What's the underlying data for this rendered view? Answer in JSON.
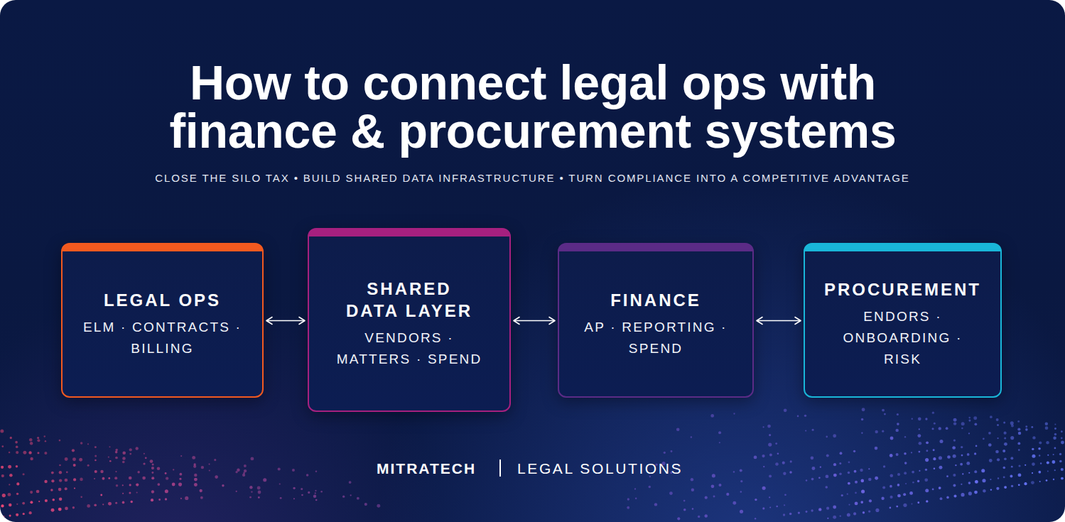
{
  "diagram": {
    "title": "How to connect legal ops with finance & procurement systems",
    "nodes": [
      {
        "text": [
          "LEGAL OPS",
          "ELM · CONTRACTS · BILLING"
        ]
      },
      {
        "text": [
          "SHARED DATA LAYER",
          "VENDORS · MATTERS · SPEND"
        ]
      },
      {
        "text": [
          "FINANCE",
          "AP · REPORTING · SPEND"
        ]
      },
      {
        "text": [
          "PROCUREMENT",
          "ENDORS · ONBOARDING · RISK"
        ]
      }
    ],
    "edges": [
      {
        "from": 0,
        "to": 1,
        "arrow": "both"
      },
      {
        "from": 1,
        "to": 2,
        "arrow": "both"
      },
      {
        "from": 2,
        "to": 3,
        "arrow": "both"
      }
    ],
    "labels": [
      "CLOSE THE SILO TAX • BUILD SHARED DATA INFRASTRUCTURE • TURN COMPLIANCE INTO A COMPETITIVE ADVANTAGE",
      "MITRATECH",
      "LEGAL SOLUTIONS"
    ]
  }
}
